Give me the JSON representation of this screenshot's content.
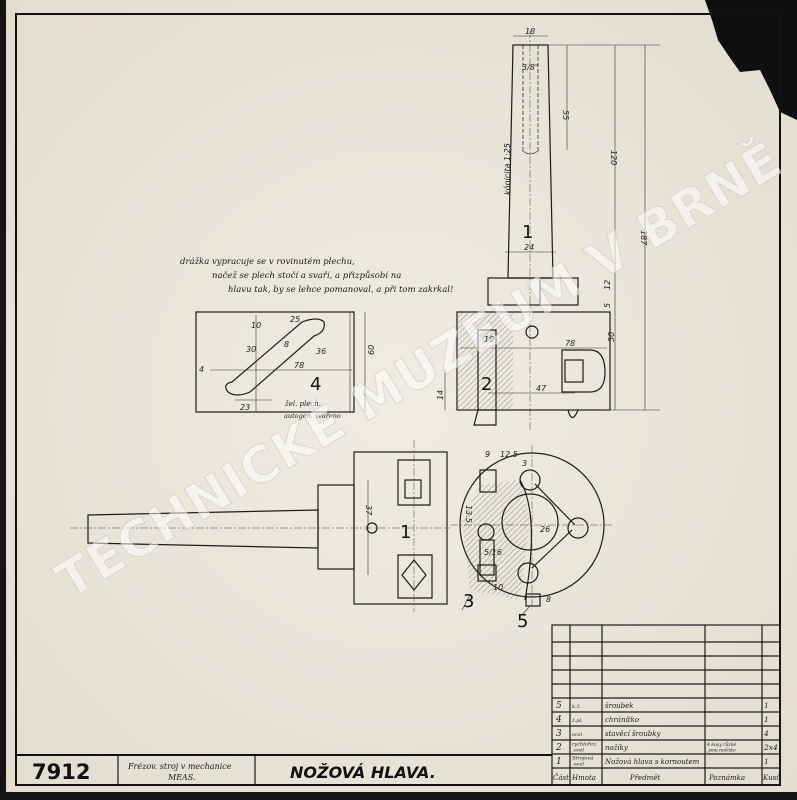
{
  "drawing_number": "7912",
  "machine": {
    "line1": "Frézov. stroj v mechanice",
    "line2": "MEAS."
  },
  "title": "NOŽOVÁ HLAVA.",
  "watermark": "TECHNICKÉ MUZEUM V BRNĚ",
  "note": {
    "line1": "drážka vypracuje se v rovinutém plechu,",
    "line2": "načež se plech stočí a svaří, a přizpůsobí na",
    "line3": "hlavu tak, by se lehce pomanoval, a při tom zakrkal!"
  },
  "part4_notes": {
    "material": "žel. plech.",
    "weld": "autogen. svařeno"
  },
  "part_numbers": {
    "p1_top": "1",
    "p1_bottom": "1",
    "p2": "2",
    "p3": "3",
    "p4": "4",
    "p5": "5"
  },
  "dimensions": {
    "d18": "18",
    "d3_8": "3/8\"",
    "d55": "55",
    "d120": "120",
    "d187": "187",
    "d24": "24",
    "taper": "kónicita 1:25",
    "d12": "12",
    "d5": "5",
    "d10": "10",
    "d78": "78",
    "d50": "50",
    "d47": "47",
    "d14": "14",
    "p4_10": "10",
    "p4_25": "25",
    "p4_30": "30",
    "p4_8": "8",
    "p4_36": "36",
    "p4_78": "78",
    "p4_60": "60",
    "p4_23": "23",
    "p4_4": "4",
    "c9": "9",
    "c12_5": "12.5",
    "c3": "3",
    "c13_5": "13.5",
    "c5_16": "5/16",
    "c26": "26",
    "c10": "10",
    "c8": "8",
    "v37": "37"
  },
  "parts_list": {
    "headers": {
      "part": "Část",
      "material": "Hmota",
      "item": "Předmět",
      "note": "Poznámka",
      "qty": "Kusů"
    },
    "rows": [
      {
        "part": "5",
        "material": "k.ž.",
        "item": "šroubek",
        "note": "",
        "qty": "1"
      },
      {
        "part": "4",
        "material": "ž.pl.",
        "item": "chránítko",
        "note": "",
        "qty": "1"
      },
      {
        "part": "3",
        "material": "ocel",
        "item": "stavěcí šroubky",
        "note": "",
        "qty": "4"
      },
      {
        "part": "2",
        "material": "rychlořez. ocel",
        "item": "nožíky",
        "note": "4 kusy různé jsou načisto",
        "qty": "2x4"
      },
      {
        "part": "1",
        "material": "Strojová ocel",
        "item": "Nožová hlava s kornoutem",
        "note": "",
        "qty": "1"
      }
    ]
  }
}
